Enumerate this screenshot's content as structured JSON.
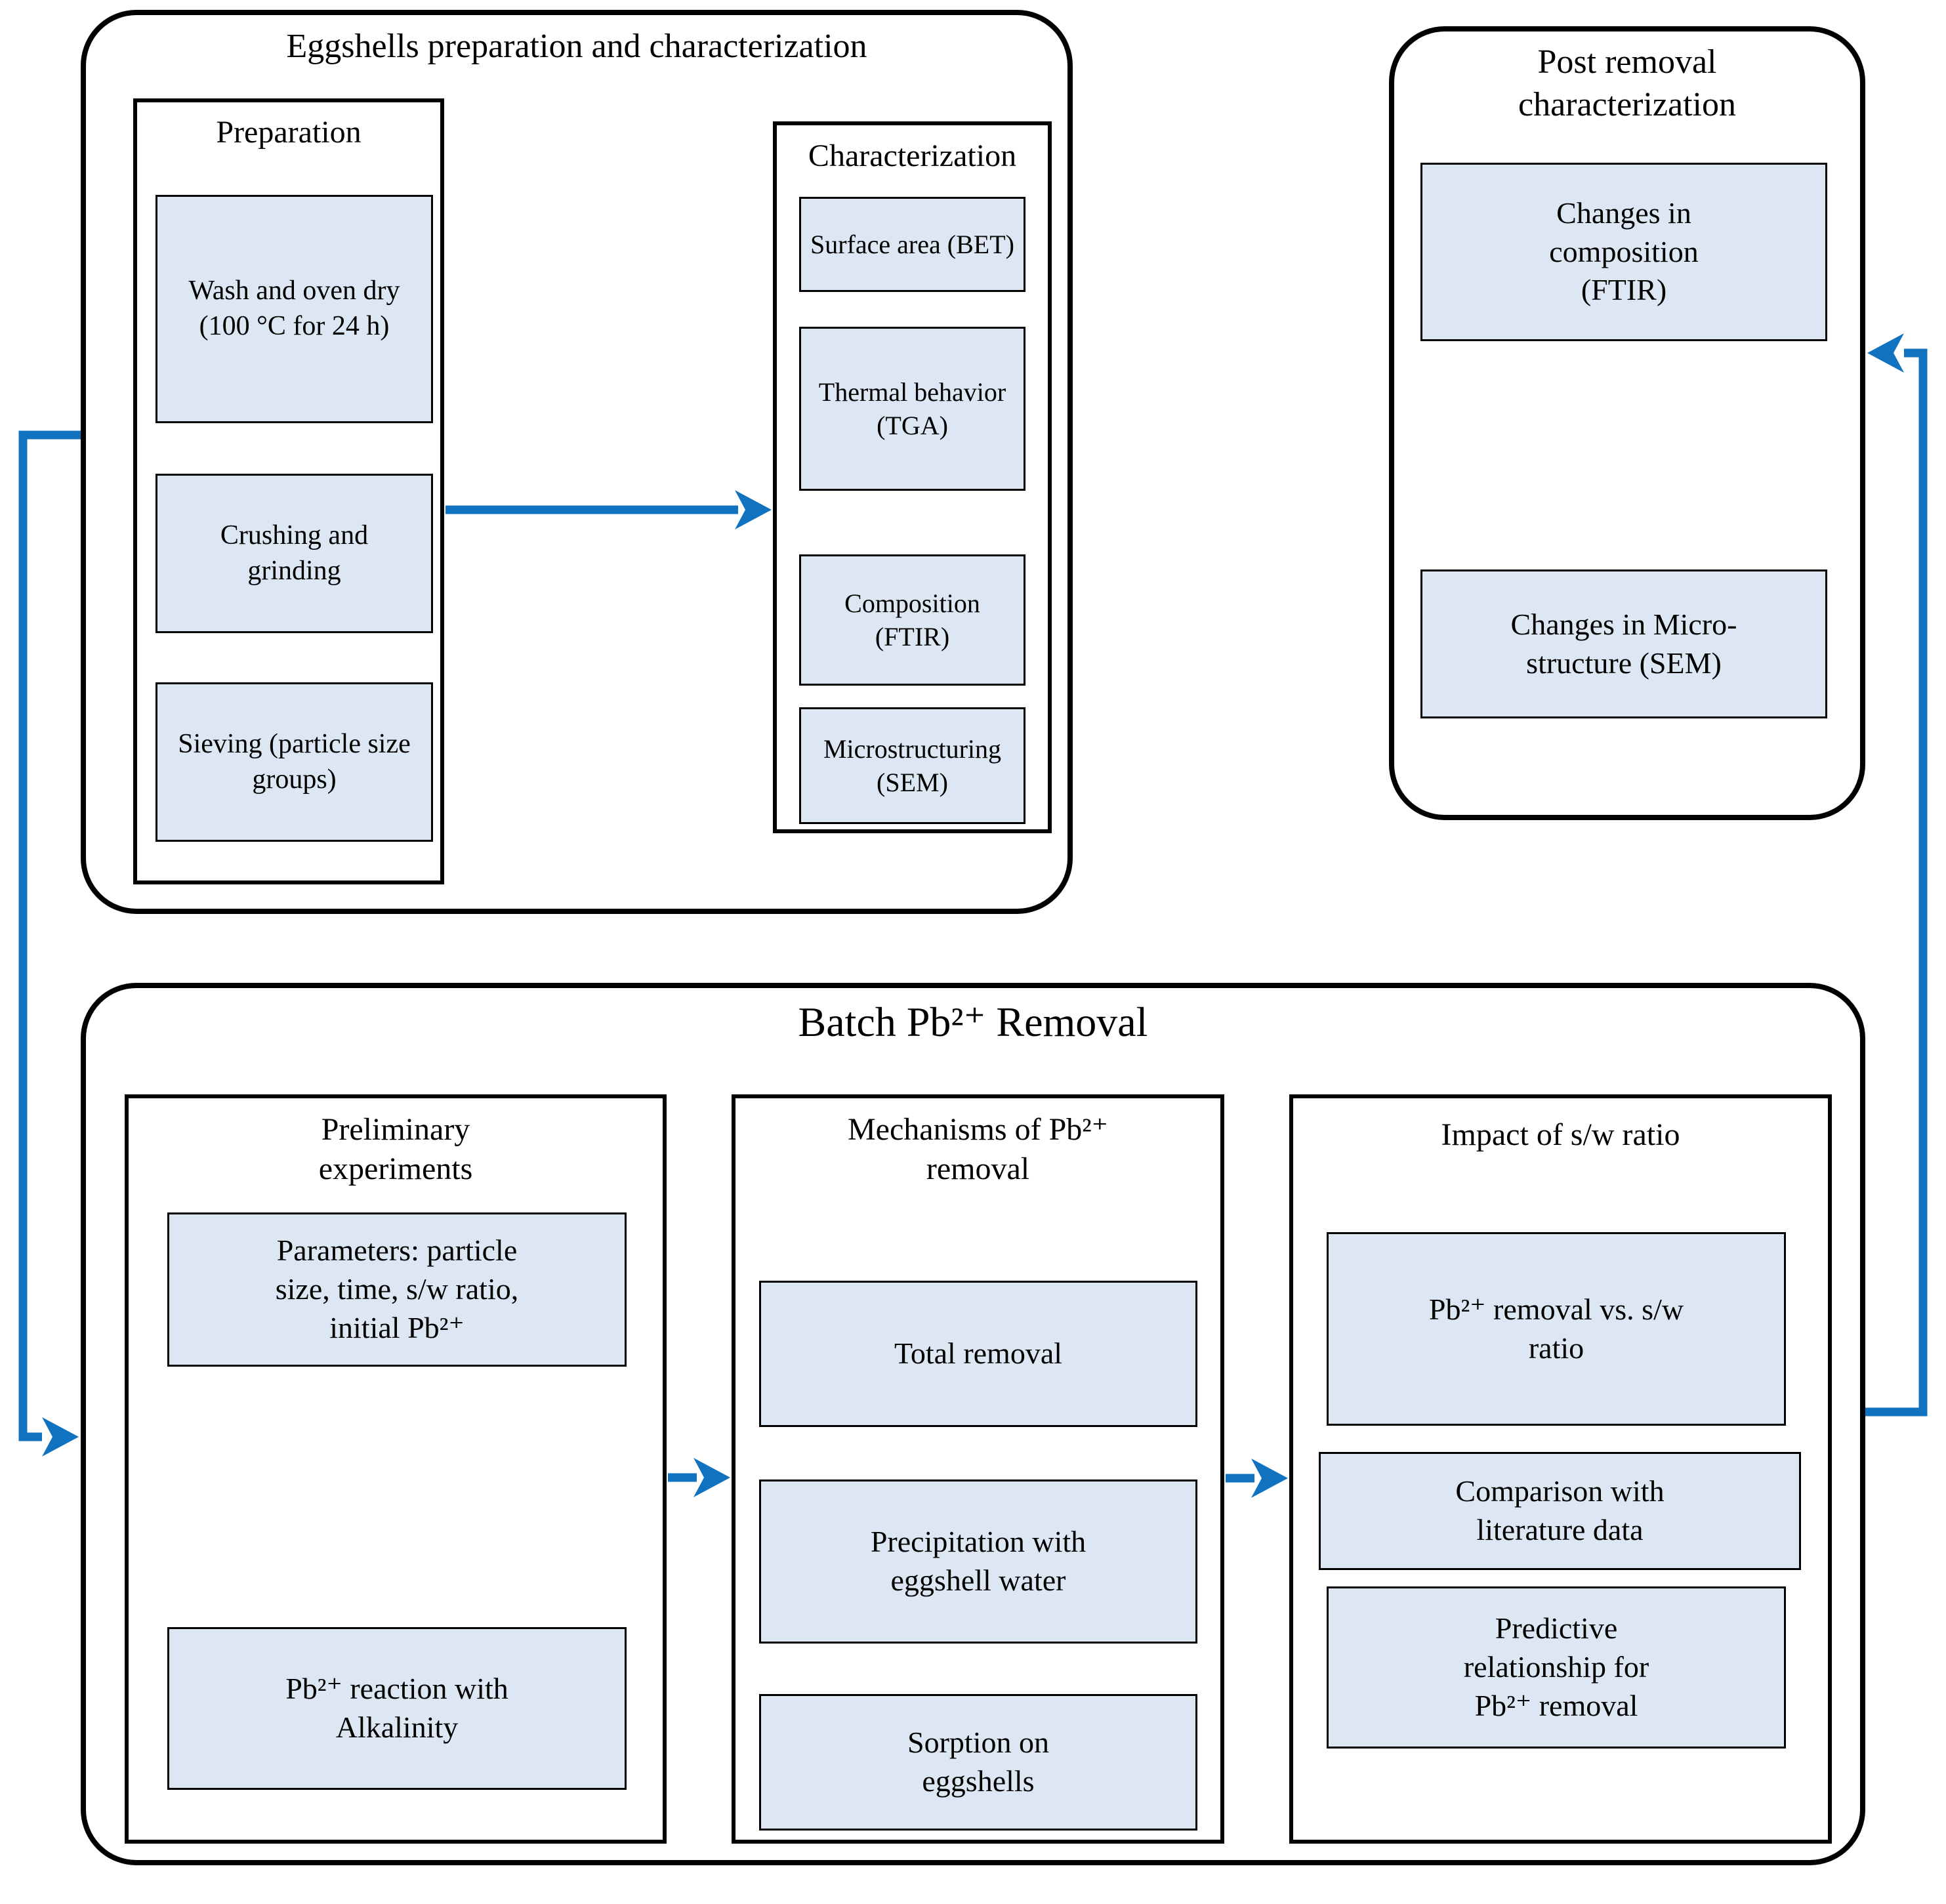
{
  "figure": {
    "type": "flowchart",
    "colors": {
      "accent_blue": "#1172bf",
      "box_fill": "#dde7f3",
      "border": "#000000",
      "background": "#ffffff"
    }
  },
  "sections": {
    "prep_char": {
      "title": "Eggshells preparation and characterization",
      "preparation": {
        "title": "Preparation",
        "items": [
          "Wash and oven dry\n(100 °C for 24 h)",
          "Crushing and\ngrinding",
          "Sieving (particle size\ngroups)"
        ]
      },
      "characterization": {
        "title": "Characterization",
        "items": [
          "Surface area (BET)",
          "Thermal behavior\n(TGA)",
          "Composition\n(FTIR)",
          "Microstructuring\n(SEM)"
        ]
      }
    },
    "post_removal": {
      "title": "Post removal\ncharacterization",
      "items": [
        "Changes in\ncomposition\n(FTIR)",
        "Changes in Micro-\nstructure (SEM)"
      ]
    },
    "batch_removal": {
      "title": "Batch Pb²⁺ Removal",
      "preliminary": {
        "title": "Preliminary\nexperiments",
        "items": [
          "Parameters: particle\nsize, time, s/w ratio,\ninitial Pb²⁺",
          "Pb²⁺ reaction with\nAlkalinity"
        ]
      },
      "mechanisms": {
        "title": "Mechanisms of Pb²⁺\nremoval",
        "items": [
          "Total removal",
          "Precipitation with\neggshell water",
          "Sorption on\neggshells"
        ]
      },
      "impact": {
        "title": "Impact of s/w ratio",
        "items": [
          "Pb²⁺ removal vs. s/w\nratio",
          "Comparison with\nliterature data",
          "Predictive\nrelationship for\nPb²⁺ removal"
        ]
      }
    }
  }
}
